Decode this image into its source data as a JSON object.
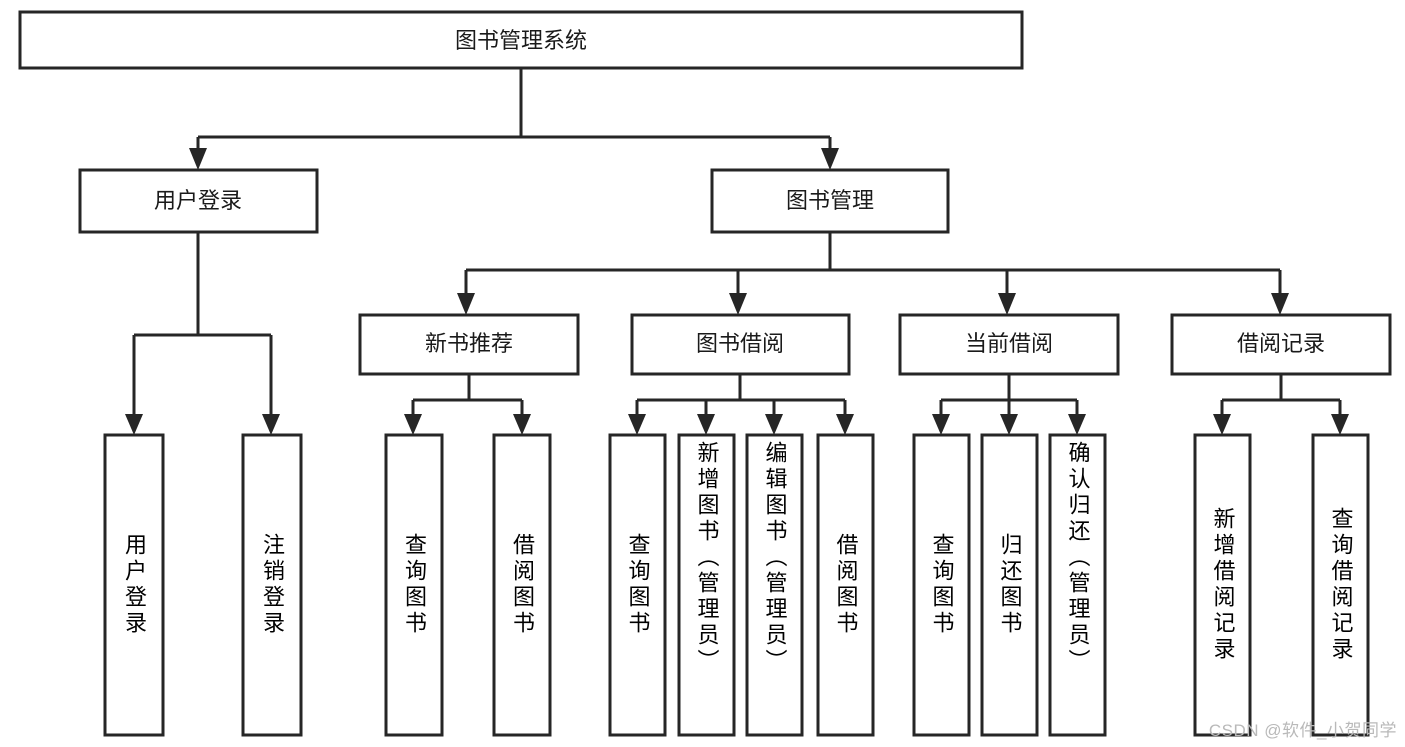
{
  "diagram": {
    "type": "tree",
    "title": "图书管理系统",
    "watermark": "CSDN @软件_小贺同学",
    "colors": {
      "stroke": "#262626",
      "fill": "#ffffff",
      "text": "#1a1a1a",
      "watermark": "#b9b9b9",
      "background": "#ffffff"
    },
    "nodes": {
      "root": {
        "label": "图书管理系统",
        "level": 1,
        "orientation": "horizontal"
      },
      "user_login": {
        "label": "用户登录",
        "level": 2,
        "orientation": "horizontal"
      },
      "book_manage": {
        "label": "图书管理",
        "level": 2,
        "orientation": "horizontal"
      },
      "new_book_rec": {
        "label": "新书推荐",
        "level": 3,
        "orientation": "horizontal"
      },
      "book_borrow": {
        "label": "图书借阅",
        "level": 3,
        "orientation": "horizontal"
      },
      "current_borrow": {
        "label": "当前借阅",
        "level": 3,
        "orientation": "horizontal"
      },
      "borrow_record": {
        "label": "借阅记录",
        "level": 3,
        "orientation": "horizontal"
      },
      "leaf_user_login": {
        "label": "用户登录",
        "level": 4,
        "orientation": "vertical"
      },
      "leaf_logout": {
        "label": "注销登录",
        "level": 4,
        "orientation": "vertical"
      },
      "leaf_query_book_1": {
        "label": "查询图书",
        "level": 4,
        "orientation": "vertical"
      },
      "leaf_borrow_book_1": {
        "label": "借阅图书",
        "level": 4,
        "orientation": "vertical"
      },
      "leaf_query_book_2": {
        "label": "查询图书",
        "level": 4,
        "orientation": "vertical"
      },
      "leaf_add_book": {
        "label": "新增图书（管理员）",
        "level": 4,
        "orientation": "vertical"
      },
      "leaf_edit_book": {
        "label": "编辑图书（管理员）",
        "level": 4,
        "orientation": "vertical"
      },
      "leaf_borrow_book_2": {
        "label": "借阅图书",
        "level": 4,
        "orientation": "vertical"
      },
      "leaf_query_book_3": {
        "label": "查询图书",
        "level": 4,
        "orientation": "vertical"
      },
      "leaf_return_book": {
        "label": "归还图书",
        "level": 4,
        "orientation": "vertical"
      },
      "leaf_confirm_return": {
        "label": "确认归还（管理员）",
        "level": 4,
        "orientation": "vertical"
      },
      "leaf_add_record": {
        "label": "新增借阅记录",
        "level": 4,
        "orientation": "vertical"
      },
      "leaf_query_record": {
        "label": "查询借阅记录",
        "level": 4,
        "orientation": "vertical"
      }
    },
    "edges": [
      {
        "from": "root",
        "to": "user_login"
      },
      {
        "from": "root",
        "to": "book_manage"
      },
      {
        "from": "user_login",
        "to": "leaf_user_login"
      },
      {
        "from": "user_login",
        "to": "leaf_logout"
      },
      {
        "from": "book_manage",
        "to": "new_book_rec"
      },
      {
        "from": "book_manage",
        "to": "book_borrow"
      },
      {
        "from": "book_manage",
        "to": "current_borrow"
      },
      {
        "from": "book_manage",
        "to": "borrow_record"
      },
      {
        "from": "new_book_rec",
        "to": "leaf_query_book_1"
      },
      {
        "from": "new_book_rec",
        "to": "leaf_borrow_book_1"
      },
      {
        "from": "book_borrow",
        "to": "leaf_query_book_2"
      },
      {
        "from": "book_borrow",
        "to": "leaf_add_book"
      },
      {
        "from": "book_borrow",
        "to": "leaf_edit_book"
      },
      {
        "from": "book_borrow",
        "to": "leaf_borrow_book_2"
      },
      {
        "from": "current_borrow",
        "to": "leaf_query_book_3"
      },
      {
        "from": "current_borrow",
        "to": "leaf_return_book"
      },
      {
        "from": "current_borrow",
        "to": "leaf_confirm_return"
      },
      {
        "from": "borrow_record",
        "to": "leaf_add_record"
      },
      {
        "from": "borrow_record",
        "to": "leaf_query_record"
      }
    ]
  }
}
